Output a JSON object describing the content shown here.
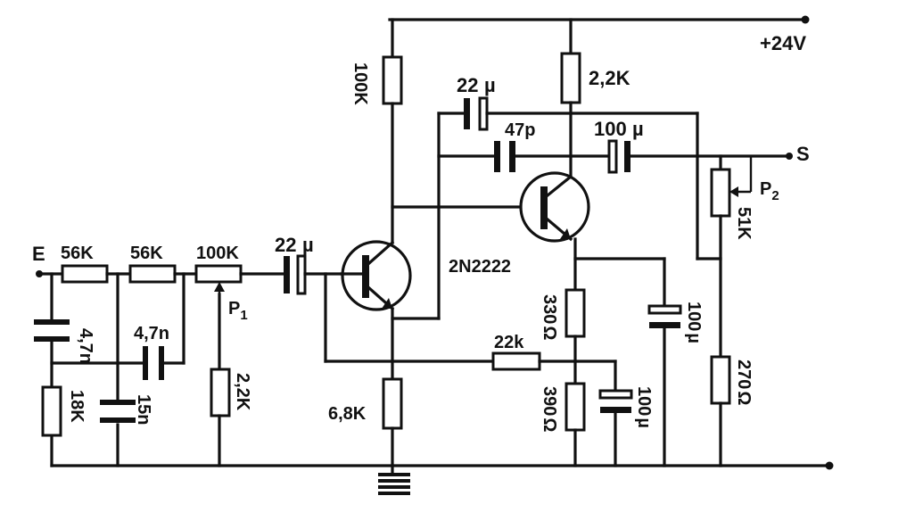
{
  "labels": {
    "supply": "+24V",
    "output": "S",
    "input": "E",
    "r1": "56K",
    "r2": "56K",
    "p1_value": "100K",
    "p1": "P",
    "p1_sub": "1",
    "c_in": "22",
    "c_in_unit": "µ",
    "c_shunt1": "4,7n",
    "c_shunt2": "4,7n",
    "r_18k": "18K",
    "c_15n": "15n",
    "r_2k2_pot": "2,2K",
    "r_100k": "100K",
    "r_6k8": "6,8K",
    "transistor": "2N2222",
    "c_fb": "22",
    "c_fb_unit": "µ",
    "c_47p": "47p",
    "c_out": "100",
    "c_out_unit": "µ",
    "r_2k2": "2,2K",
    "r_22k": "22k",
    "r_330": "330",
    "r_390": "390",
    "c_100u_a": "100",
    "c_100u_b": "100",
    "r_270": "270",
    "p2": "P",
    "p2_sub": "2",
    "p2_value": "51K",
    "ohm": "Ω"
  }
}
